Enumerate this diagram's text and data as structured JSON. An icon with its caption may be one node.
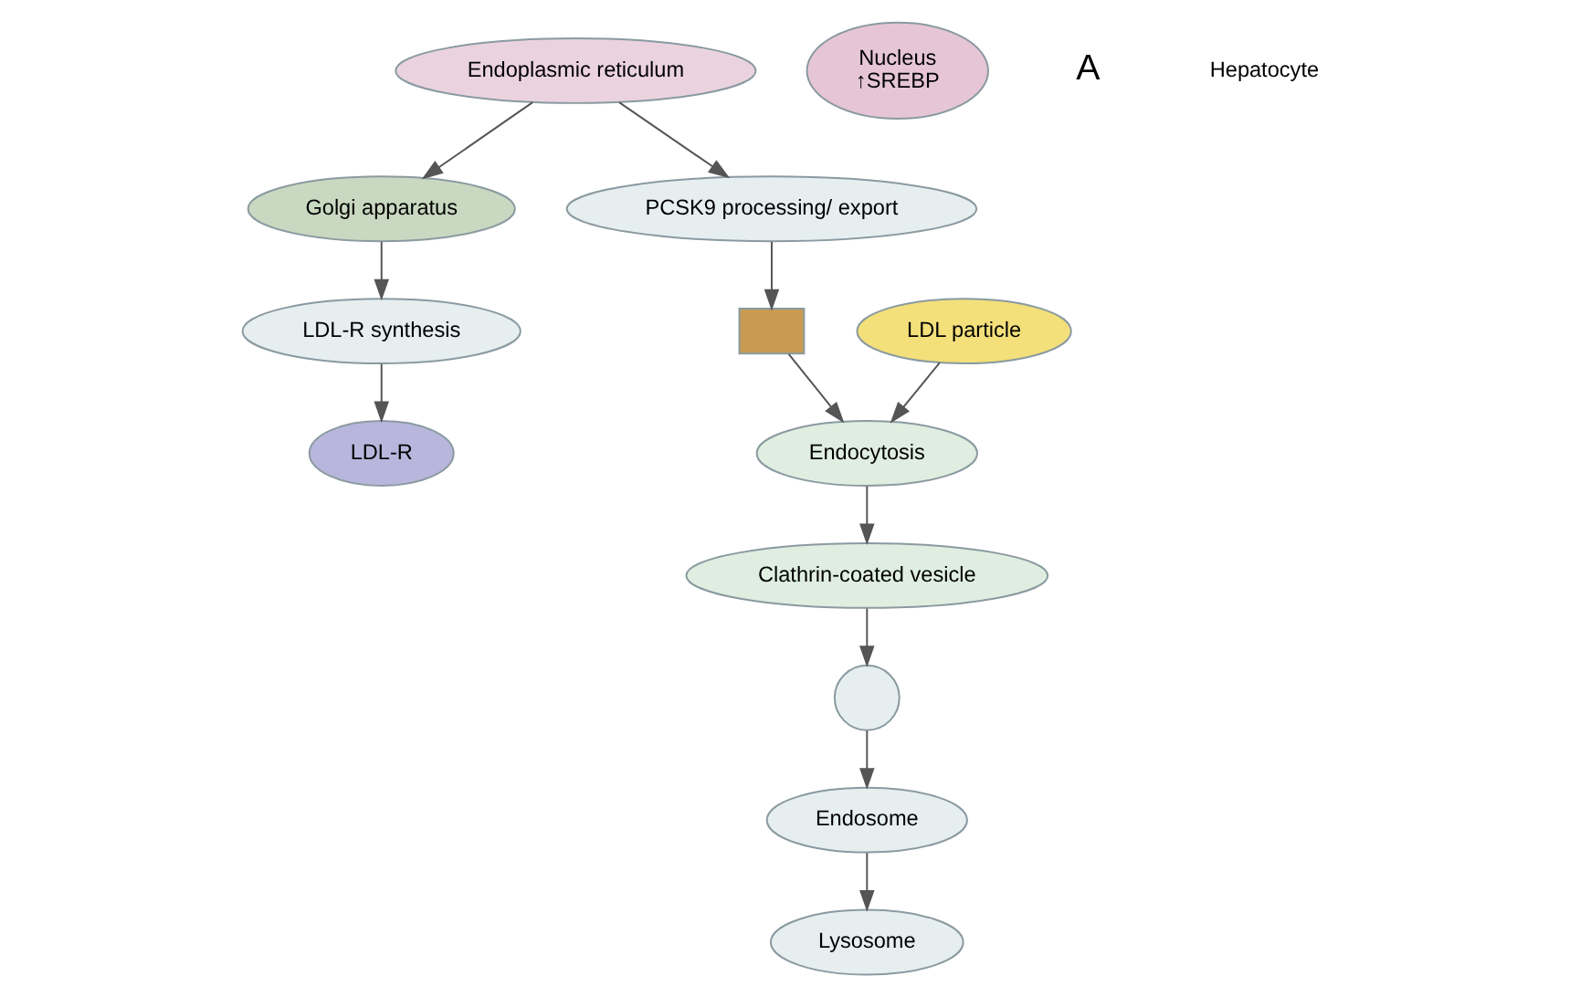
{
  "diagram": {
    "nodes": [
      {
        "text": [
          "LDL-R"
        ]
      },
      {
        "text": [
          "LDL particle"
        ]
      },
      {
        "text": [],
        "shape": "box"
      },
      {
        "text": [
          "Endocytosis"
        ]
      },
      {
        "text": [
          "Clathrin-coated vesicle"
        ]
      },
      {
        "text": [],
        "shape": "circle"
      },
      {
        "text": [
          "Endosome"
        ]
      },
      {
        "text": [
          "Lysosome"
        ]
      },
      {
        "text": [
          "LDL-R synthesis"
        ]
      },
      {
        "text": [
          "Golgi apparatus"
        ]
      },
      {
        "text": [
          "Endoplasmic reticulum"
        ]
      },
      {
        "text": [
          "Nucleus",
          "↑SREBP"
        ]
      },
      {
        "text": [
          "PCSK9 processing/ export"
        ]
      }
    ],
    "edges": [
      {
        "from": 1,
        "to": 3,
        "arrow": "to"
      },
      {
        "from": 2,
        "to": 3,
        "arrow": "to"
      },
      {
        "from": 3,
        "to": 4,
        "arrow": "to"
      },
      {
        "from": 4,
        "to": 5,
        "arrow": "to"
      },
      {
        "from": 5,
        "to": 6,
        "arrow": "to"
      },
      {
        "from": 6,
        "to": 7,
        "arrow": "to"
      },
      {
        "from": 10,
        "to": 9,
        "arrow": "to"
      },
      {
        "from": 10,
        "to": 12,
        "arrow": "to"
      },
      {
        "from": 9,
        "to": 8,
        "arrow": "to"
      },
      {
        "from": 8,
        "to": 0,
        "arrow": "to"
      },
      {
        "from": 12,
        "to": 2,
        "arrow": "to"
      }
    ],
    "labels": [
      "A",
      "Hepatocyte"
    ]
  }
}
